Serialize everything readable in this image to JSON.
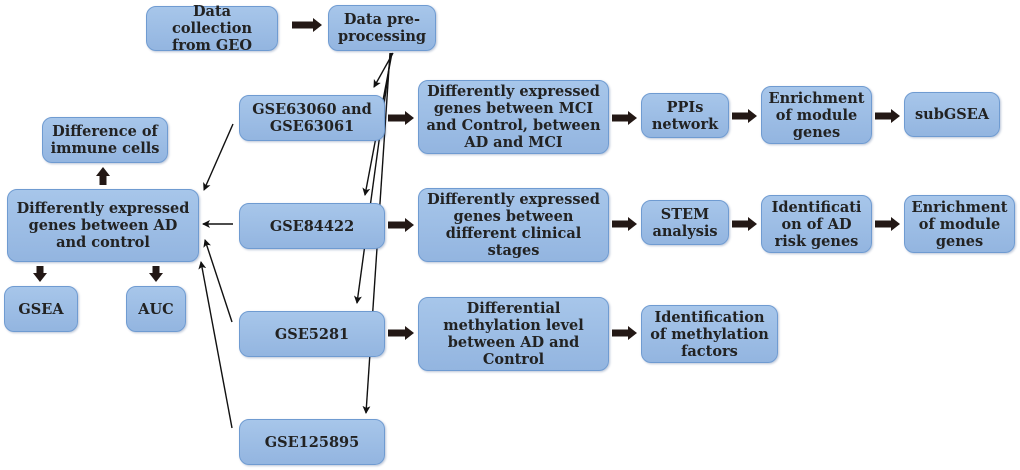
{
  "diagram": {
    "nodes": {
      "data_collection": "Data collection\nfrom GEO",
      "preprocessing": "Data pre-\nprocessing",
      "gse63060": "GSE63060 and\nGSE63061",
      "gse84422": "GSE84422",
      "gse5281": "GSE5281",
      "gse125895": "GSE125895",
      "deg_mci": "Differently expressed\ngenes between MCI\nand Control, between\nAD and MCI",
      "ppi": "PPIs\nnetwork",
      "enrich1": "Enrichment\nof module\ngenes",
      "subgsea": "subGSEA",
      "deg_stages": "Differently expressed\ngenes between\ndifferent clinical\nstages",
      "stem": "STEM\nanalysis",
      "risk_genes": "Identificati\non of  AD\nrisk genes",
      "enrich2": "Enrichment\nof module\ngenes",
      "diff_methyl": "Differential\nmethylation level\nbetween AD and\nControl",
      "methyl_factors": "Identification\nof  methylation\nfactors",
      "deg_ad": "Differently expressed\ngenes between AD\nand control",
      "immune": "Difference of\nimmune cells",
      "gsea": "GSEA",
      "auc": "AUC"
    },
    "edges": [
      {
        "from": "data_collection",
        "to": "preprocessing",
        "style": "thick"
      },
      {
        "from": "preprocessing",
        "to": "gse63060",
        "style": "thin"
      },
      {
        "from": "preprocessing",
        "to": "gse84422",
        "style": "thin"
      },
      {
        "from": "preprocessing",
        "to": "gse5281",
        "style": "thin"
      },
      {
        "from": "preprocessing",
        "to": "gse125895",
        "style": "thin"
      },
      {
        "from": "gse63060",
        "to": "deg_mci",
        "style": "thick"
      },
      {
        "from": "deg_mci",
        "to": "ppi",
        "style": "thick"
      },
      {
        "from": "ppi",
        "to": "enrich1",
        "style": "thick"
      },
      {
        "from": "enrich1",
        "to": "subgsea",
        "style": "thick"
      },
      {
        "from": "gse84422",
        "to": "deg_stages",
        "style": "thick"
      },
      {
        "from": "deg_stages",
        "to": "stem",
        "style": "thick"
      },
      {
        "from": "stem",
        "to": "risk_genes",
        "style": "thick"
      },
      {
        "from": "risk_genes",
        "to": "enrich2",
        "style": "thick"
      },
      {
        "from": "gse5281",
        "to": "diff_methyl",
        "style": "thick"
      },
      {
        "from": "diff_methyl",
        "to": "methyl_factors",
        "style": "thick"
      },
      {
        "from": "gse63060",
        "to": "deg_ad",
        "style": "thin"
      },
      {
        "from": "gse84422",
        "to": "deg_ad",
        "style": "thin"
      },
      {
        "from": "gse5281",
        "to": "deg_ad",
        "style": "thin"
      },
      {
        "from": "gse125895",
        "to": "deg_ad",
        "style": "thin"
      },
      {
        "from": "deg_ad",
        "to": "immune",
        "style": "thick"
      },
      {
        "from": "deg_ad",
        "to": "gsea",
        "style": "thick"
      },
      {
        "from": "deg_ad",
        "to": "auc",
        "style": "thick"
      }
    ]
  }
}
